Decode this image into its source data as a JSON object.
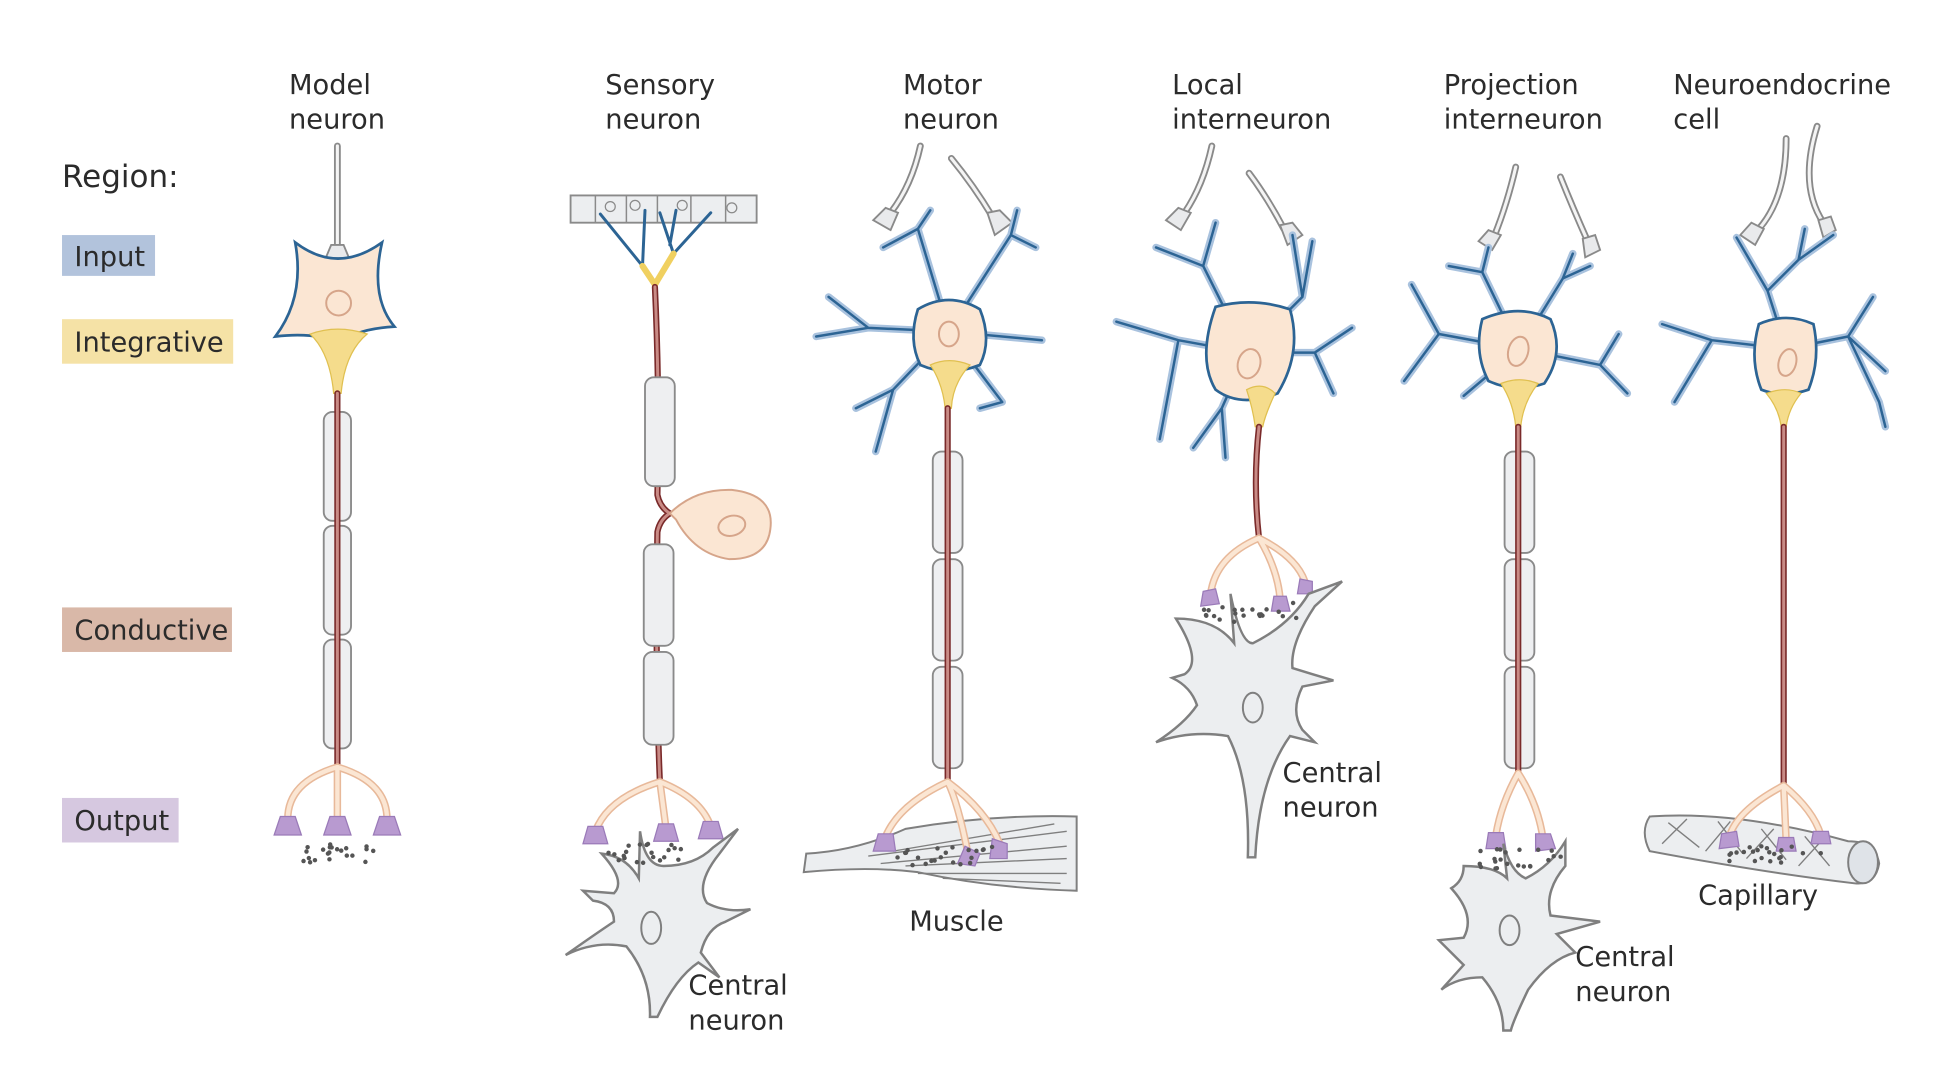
{
  "figure": {
    "legend": {
      "title": "Region:",
      "items": [
        {
          "key": "input",
          "label": "Input",
          "color": "#b2c3dc"
        },
        {
          "key": "integrative",
          "label": "Integrative",
          "color": "#f5e2a6"
        },
        {
          "key": "conductive",
          "label": "Conductive",
          "color": "#d9b8a8"
        },
        {
          "key": "output",
          "label": "Output",
          "color": "#d6c8e0"
        }
      ]
    },
    "neurons": [
      {
        "title_line1": "Model",
        "title_line2": "neuron"
      },
      {
        "title_line1": "Sensory",
        "title_line2": "neuron",
        "target_line1": "Central",
        "target_line2": "neuron"
      },
      {
        "title_line1": "Motor",
        "title_line2": "neuron",
        "target_line1": "Muscle"
      },
      {
        "title_line1": "Local",
        "title_line2": "interneuron",
        "target_line1": "Central",
        "target_line2": "neuron"
      },
      {
        "title_line1": "Projection",
        "title_line2": "interneuron",
        "target_line1": "Central",
        "target_line2": "neuron"
      },
      {
        "title_line1": "Neuroendocrine",
        "title_line2": "cell",
        "target_line1": "Capillary"
      }
    ],
    "colors": {
      "dendrite": "#2c6494",
      "soma": "#fbe6d3",
      "axon": "#7a2a2a",
      "terminal": "#b89ad0",
      "myelin": "#eeeff1"
    }
  }
}
